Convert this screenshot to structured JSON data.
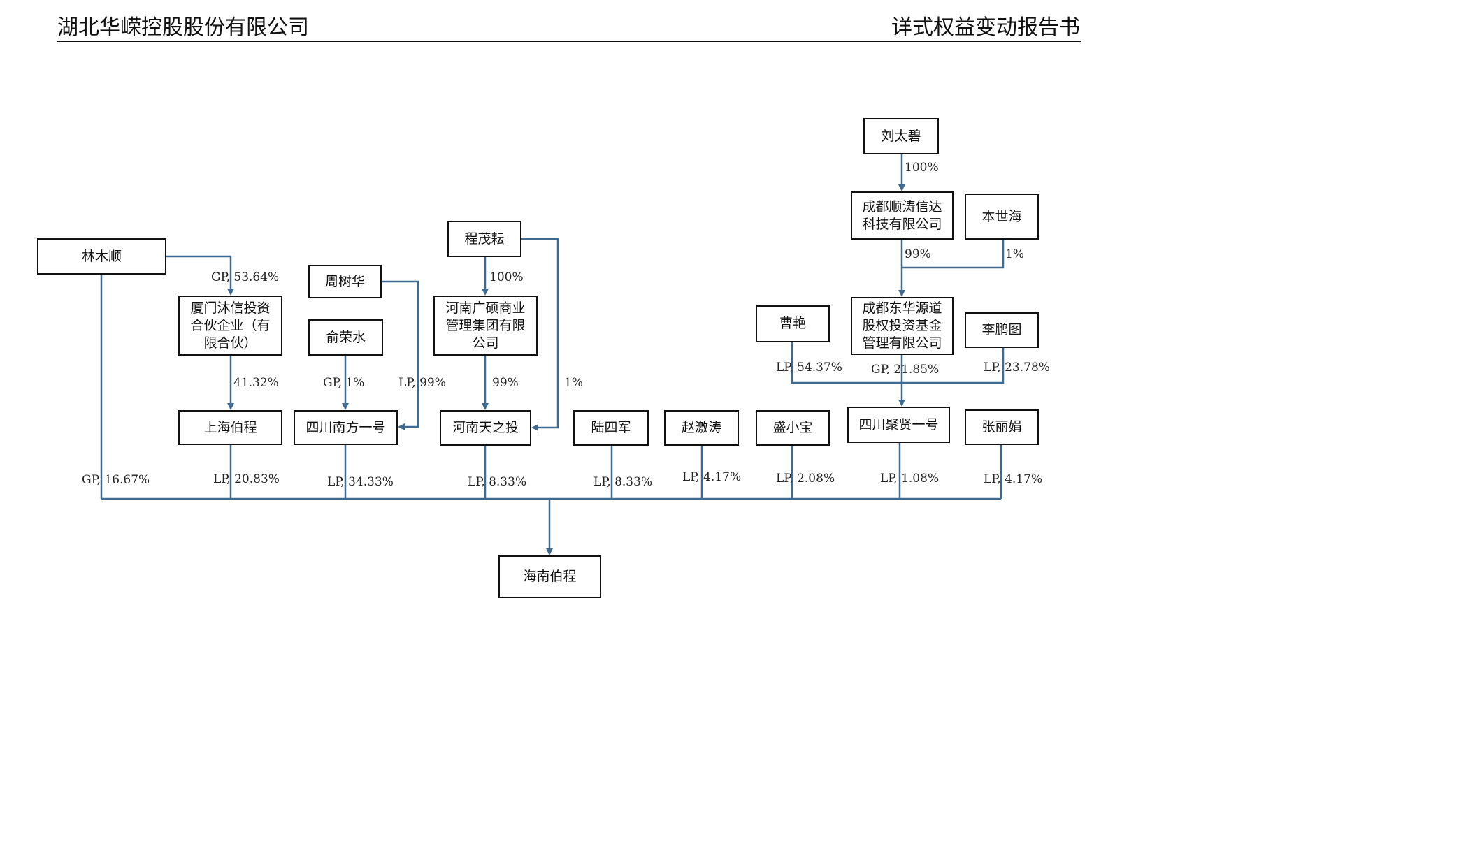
{
  "header": {
    "company": "湖北华嵘控股股份有限公司",
    "document": "详式权益变动报告书"
  },
  "diagram": {
    "nodes": {
      "lin_mushun": "林木顺",
      "xiamen_muxin": "厦门沐信投资\n合伙企业（有\n限合伙）",
      "shanghai_bocheng": "上海伯程",
      "zhou_shuhua": "周树华",
      "yu_rongshui": "俞荣水",
      "sichuan_nanfang": "四川南方一号",
      "cheng_maoyun": "程茂耘",
      "henan_guangshuo": "河南广硕商业\n管理集团有限\n公司",
      "henan_tianzhi": "河南天之投",
      "lu_sijun": "陆四军",
      "zhao_jitao": "赵激涛",
      "sheng_xiaobao": "盛小宝",
      "liu_taibi": "刘太碧",
      "chengdu_shuntao": "成都顺涛信达\n科技有限公司",
      "ben_shihai": "本世海",
      "chengdu_donghua": "成都东华源道\n股权投资基金\n管理有限公司",
      "cao_yan": "曹艳",
      "li_pengtu": "李鹏图",
      "sichuan_juxian": "四川聚贤一号",
      "zhang_lijuan": "张丽娟",
      "hainan_bocheng": "海南伯程"
    },
    "labels": {
      "gp_5364": "GP, 53.64%",
      "pct_4132": "41.32%",
      "gp_1": "GP, 1%",
      "lp_99": "LP, 99%",
      "pct_100_cheng": "100%",
      "pct_99_tianzhi": "99%",
      "pct_1_tianzhi": "1%",
      "pct_100_liu": "100%",
      "pct_99_shuntao": "99%",
      "pct_1_ben": "1%",
      "lp_5437": "LP, 54.37%",
      "gp_2185": "GP, 21.85%",
      "lp_2378": "LP, 23.78%",
      "gp_1667": "GP, 16.67%",
      "lp_2083": "LP, 20.83%",
      "lp_3433": "LP, 34.33%",
      "lp_833_a": "LP, 8.33%",
      "lp_833_b": "LP, 8.33%",
      "lp_417_a": "LP, 4.17%",
      "lp_208": "LP, 2.08%",
      "lp_108": "LP, 1.08%",
      "lp_417_b": "LP, 4.17%"
    }
  }
}
